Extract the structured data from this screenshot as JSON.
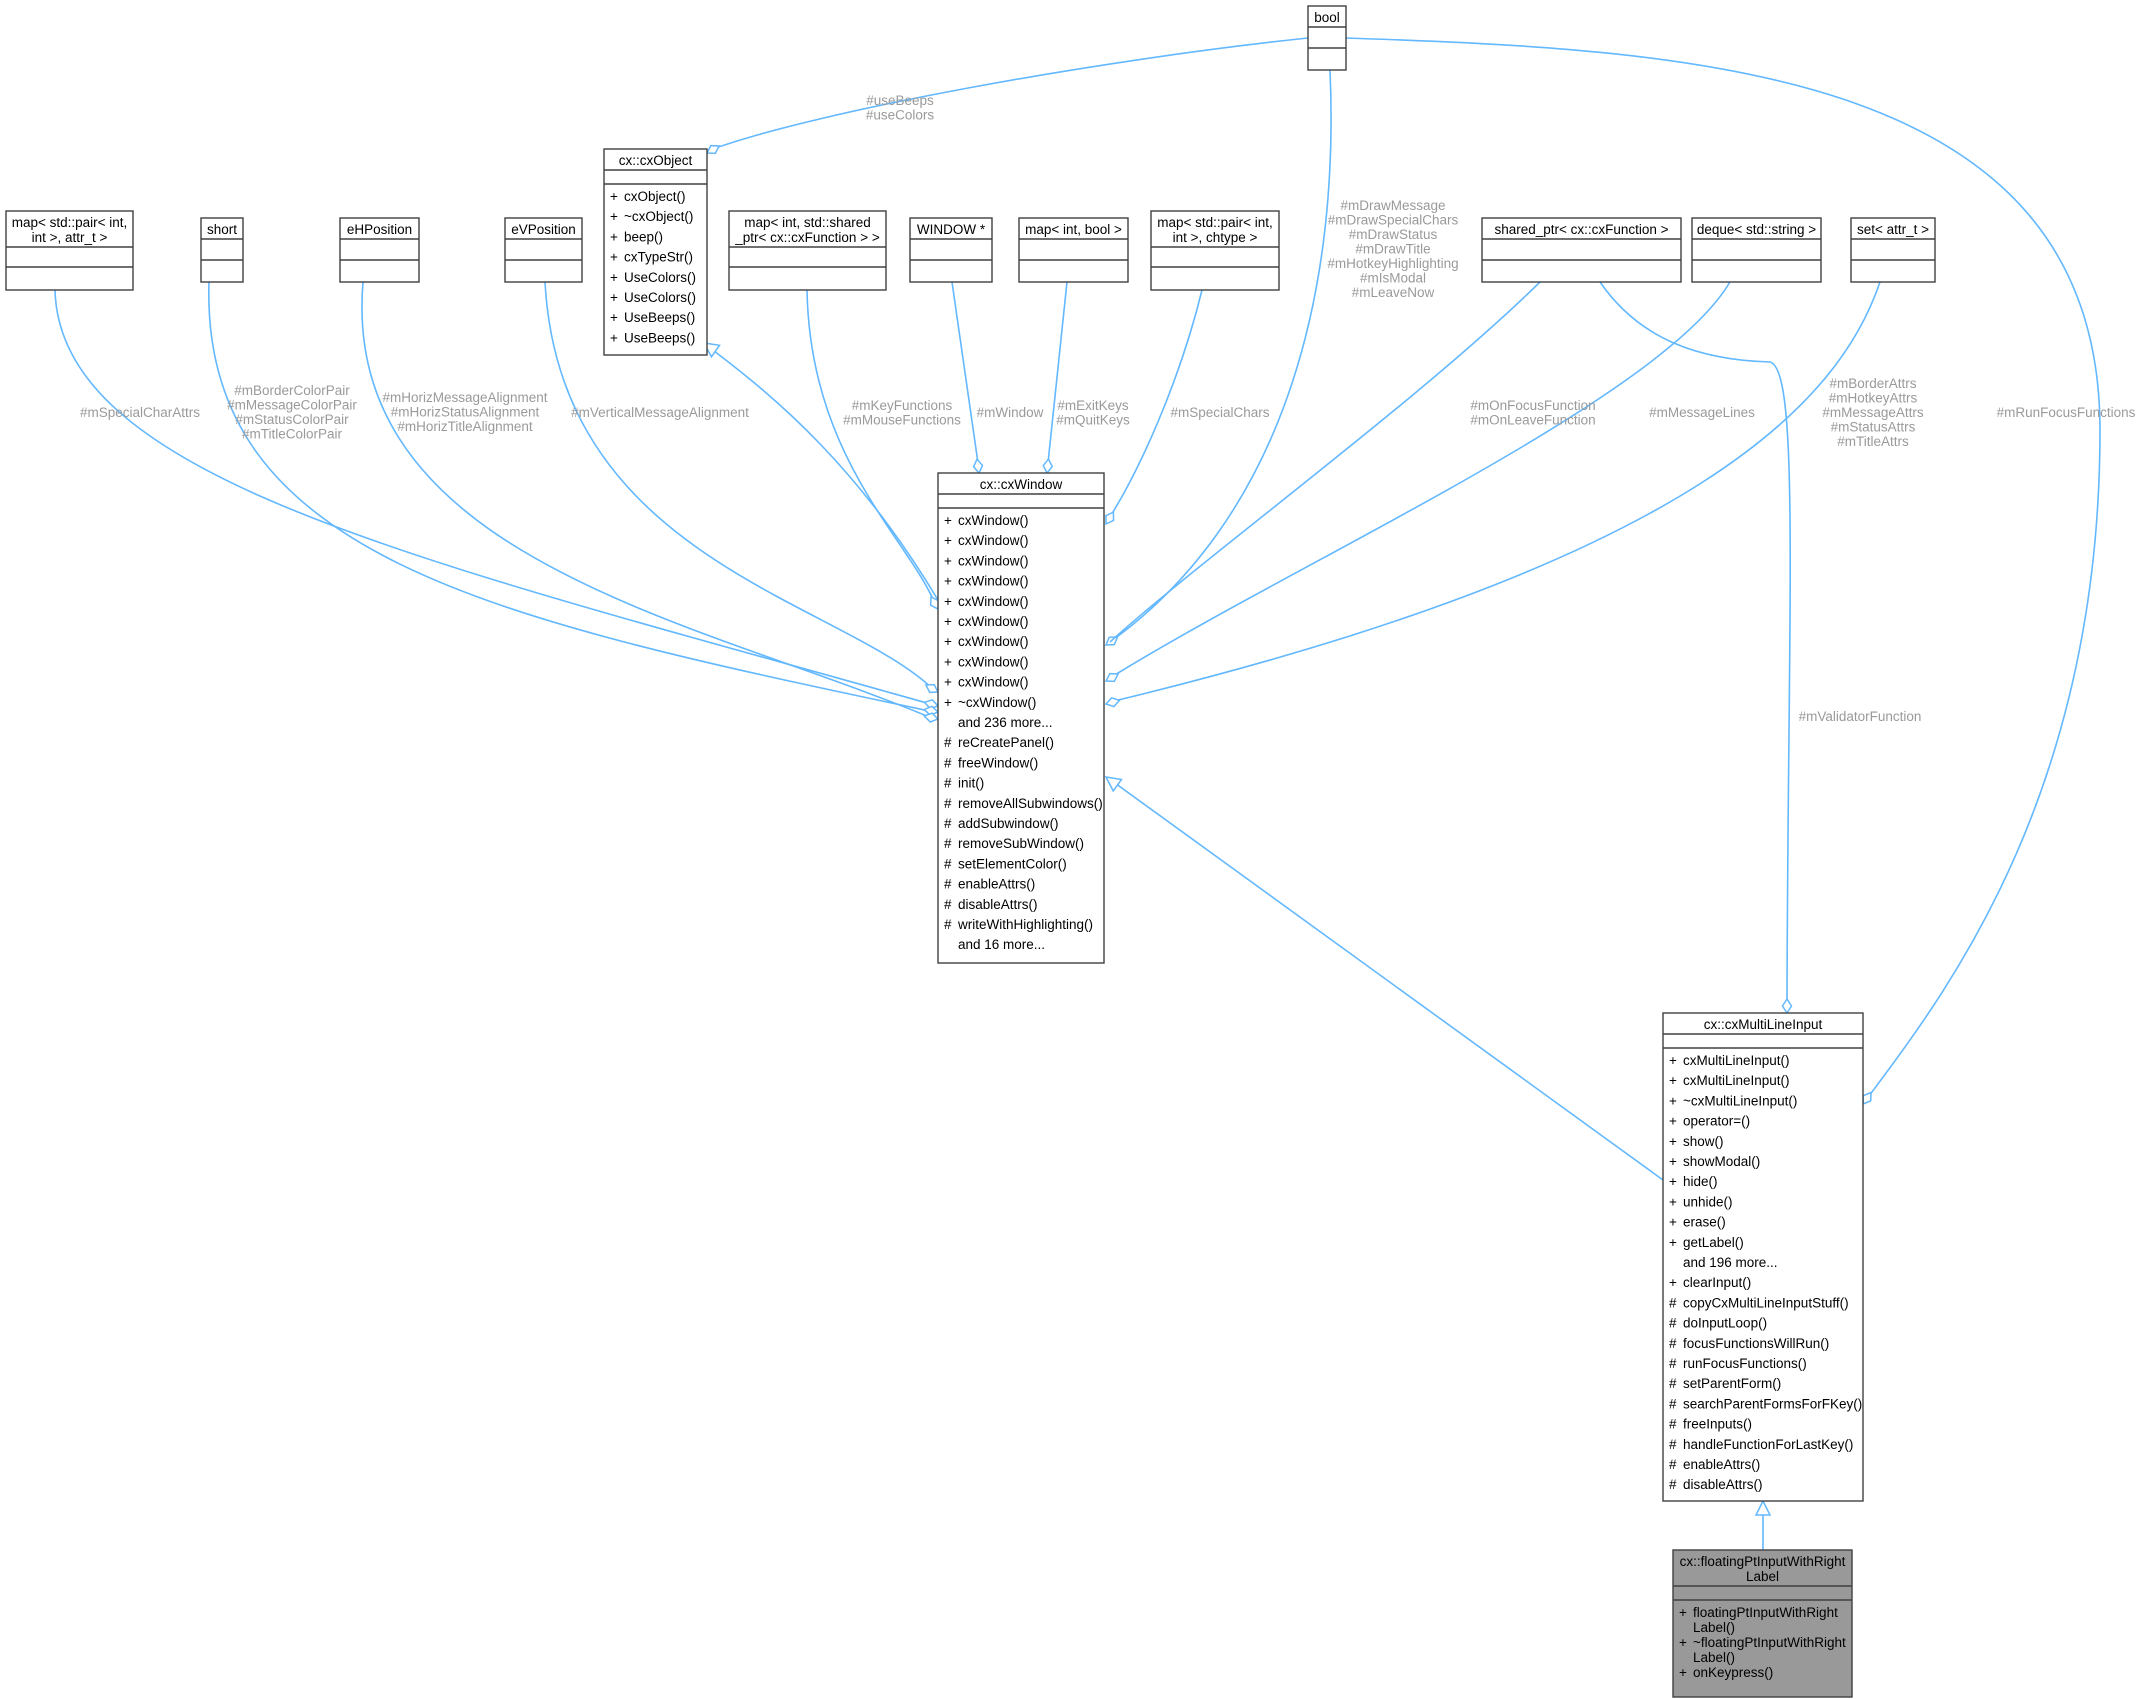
{
  "classes": {
    "bool": {
      "name": "bool",
      "members": []
    },
    "cxObject": {
      "name": "cx::cxObject",
      "members": [
        {
          "v": "+",
          "n": "cxObject()"
        },
        {
          "v": "+",
          "n": "~cxObject()"
        },
        {
          "v": "+",
          "n": "beep()"
        },
        {
          "v": "+",
          "n": "cxTypeStr()"
        },
        {
          "v": "+",
          "n": "UseColors()"
        },
        {
          "v": "+",
          "n": "UseColors()"
        },
        {
          "v": "+",
          "n": "UseBeeps()"
        },
        {
          "v": "+",
          "n": "UseBeeps()"
        }
      ]
    },
    "mapPairAttr": {
      "name": [
        "map< std::pair< int,",
        "int >, attr_t >"
      ],
      "members": []
    },
    "short": {
      "name": "short",
      "members": []
    },
    "eHPosition": {
      "name": "eHPosition",
      "members": []
    },
    "eVPosition": {
      "name": "eVPosition",
      "members": []
    },
    "mapIntShared": {
      "name": [
        "map< int, std::shared",
        "_ptr< cx::cxFunction > >"
      ],
      "members": []
    },
    "WINDOW": {
      "name": "WINDOW *",
      "members": []
    },
    "mapIntBool": {
      "name": "map< int, bool >",
      "members": []
    },
    "mapPairChtype": {
      "name": [
        "map< std::pair< int,",
        "int >, chtype >"
      ],
      "members": []
    },
    "sharedPtr": {
      "name": "shared_ptr< cx::cxFunction >",
      "members": []
    },
    "dequeString": {
      "name": "deque< std::string >",
      "members": []
    },
    "setAttr": {
      "name": "set< attr_t >",
      "members": []
    },
    "cxWindow": {
      "name": "cx::cxWindow",
      "members": [
        {
          "v": "+",
          "n": "cxWindow()"
        },
        {
          "v": "+",
          "n": "cxWindow()"
        },
        {
          "v": "+",
          "n": "cxWindow()"
        },
        {
          "v": "+",
          "n": "cxWindow()"
        },
        {
          "v": "+",
          "n": "cxWindow()"
        },
        {
          "v": "+",
          "n": "cxWindow()"
        },
        {
          "v": "+",
          "n": "cxWindow()"
        },
        {
          "v": "+",
          "n": "cxWindow()"
        },
        {
          "v": "+",
          "n": "cxWindow()"
        },
        {
          "v": "+",
          "n": "~cxWindow()"
        },
        {
          "v": "",
          "n": "and 236 more..."
        },
        {
          "v": "#",
          "n": "reCreatePanel()"
        },
        {
          "v": "#",
          "n": "freeWindow()"
        },
        {
          "v": "#",
          "n": "init()"
        },
        {
          "v": "#",
          "n": "removeAllSubwindows()"
        },
        {
          "v": "#",
          "n": "addSubwindow()"
        },
        {
          "v": "#",
          "n": "removeSubWindow()"
        },
        {
          "v": "#",
          "n": "setElementColor()"
        },
        {
          "v": "#",
          "n": "enableAttrs()"
        },
        {
          "v": "#",
          "n": "disableAttrs()"
        },
        {
          "v": "#",
          "n": "writeWithHighlighting()"
        },
        {
          "v": "",
          "n": "and 16 more..."
        }
      ]
    },
    "cxMultiLineInput": {
      "name": "cx::cxMultiLineInput",
      "members": [
        {
          "v": "+",
          "n": "cxMultiLineInput()"
        },
        {
          "v": "+",
          "n": "cxMultiLineInput()"
        },
        {
          "v": "+",
          "n": "~cxMultiLineInput()"
        },
        {
          "v": "+",
          "n": "operator=()"
        },
        {
          "v": "+",
          "n": "show()"
        },
        {
          "v": "+",
          "n": "showModal()"
        },
        {
          "v": "+",
          "n": "hide()"
        },
        {
          "v": "+",
          "n": "unhide()"
        },
        {
          "v": "+",
          "n": "erase()"
        },
        {
          "v": "+",
          "n": "getLabel()"
        },
        {
          "v": "",
          "n": "and 196 more..."
        },
        {
          "v": "+",
          "n": "clearInput()"
        },
        {
          "v": "#",
          "n": "copyCxMultiLineInputStuff()"
        },
        {
          "v": "#",
          "n": "doInputLoop()"
        },
        {
          "v": "#",
          "n": "focusFunctionsWillRun()"
        },
        {
          "v": "#",
          "n": "runFocusFunctions()"
        },
        {
          "v": "#",
          "n": "setParentForm()"
        },
        {
          "v": "#",
          "n": "searchParentFormsForFKey()"
        },
        {
          "v": "#",
          "n": "freeInputs()"
        },
        {
          "v": "#",
          "n": "handleFunctionForLastKey()"
        },
        {
          "v": "#",
          "n": "enableAttrs()"
        },
        {
          "v": "#",
          "n": "disableAttrs()"
        }
      ]
    },
    "floatingPt": {
      "name": [
        "cx::floatingPtInputWithRight",
        "Label"
      ],
      "members": [
        {
          "v": "+",
          "n": [
            "floatingPtInputWithRight",
            "Label()"
          ]
        },
        {
          "v": "+",
          "n": [
            "~floatingPtInputWithRight",
            "Label()"
          ]
        },
        {
          "v": "+",
          "n": "onKeypress()"
        }
      ]
    }
  },
  "edge_labels": {
    "useBeepsColors": [
      "#useBeeps",
      "#useColors"
    ],
    "specialCharAttrs": [
      "#mSpecialCharAttrs"
    ],
    "colorPairs": [
      "#mBorderColorPair",
      "#mMessageColorPair",
      "#mStatusColorPair",
      "#mTitleColorPair"
    ],
    "horizAlign": [
      "#mHorizMessageAlignment",
      "#mHorizStatusAlignment",
      "#mHorizTitleAlignment"
    ],
    "verticalAlign": [
      "#mVerticalMessageAlignment"
    ],
    "keyFunctions": [
      "#mKeyFunctions",
      "#mMouseFunctions"
    ],
    "window": [
      "#mWindow"
    ],
    "exitKeys": [
      "#mExitKeys",
      "#mQuitKeys"
    ],
    "specialChars": [
      "#mSpecialChars"
    ],
    "boolFlags": [
      "#mDrawMessage",
      "#mDrawSpecialChars",
      "#mDrawStatus",
      "#mDrawTitle",
      "#mHotkeyHighlighting",
      "#mIsModal",
      "#mLeaveNow"
    ],
    "focusFunctions": [
      "#mOnFocusFunction",
      "#mOnLeaveFunction"
    ],
    "messageLines": [
      "#mMessageLines"
    ],
    "attrs": [
      "#mBorderAttrs",
      "#mHotkeyAttrs",
      "#mMessageAttrs",
      "#mStatusAttrs",
      "#mTitleAttrs"
    ],
    "runFocus": [
      "#mRunFocusFunctions"
    ],
    "validator": [
      "#mValidatorFunction"
    ]
  },
  "colors": {
    "edge": "#63b8ff",
    "label": "#9a9a9a",
    "highlight_box": "#999999"
  }
}
